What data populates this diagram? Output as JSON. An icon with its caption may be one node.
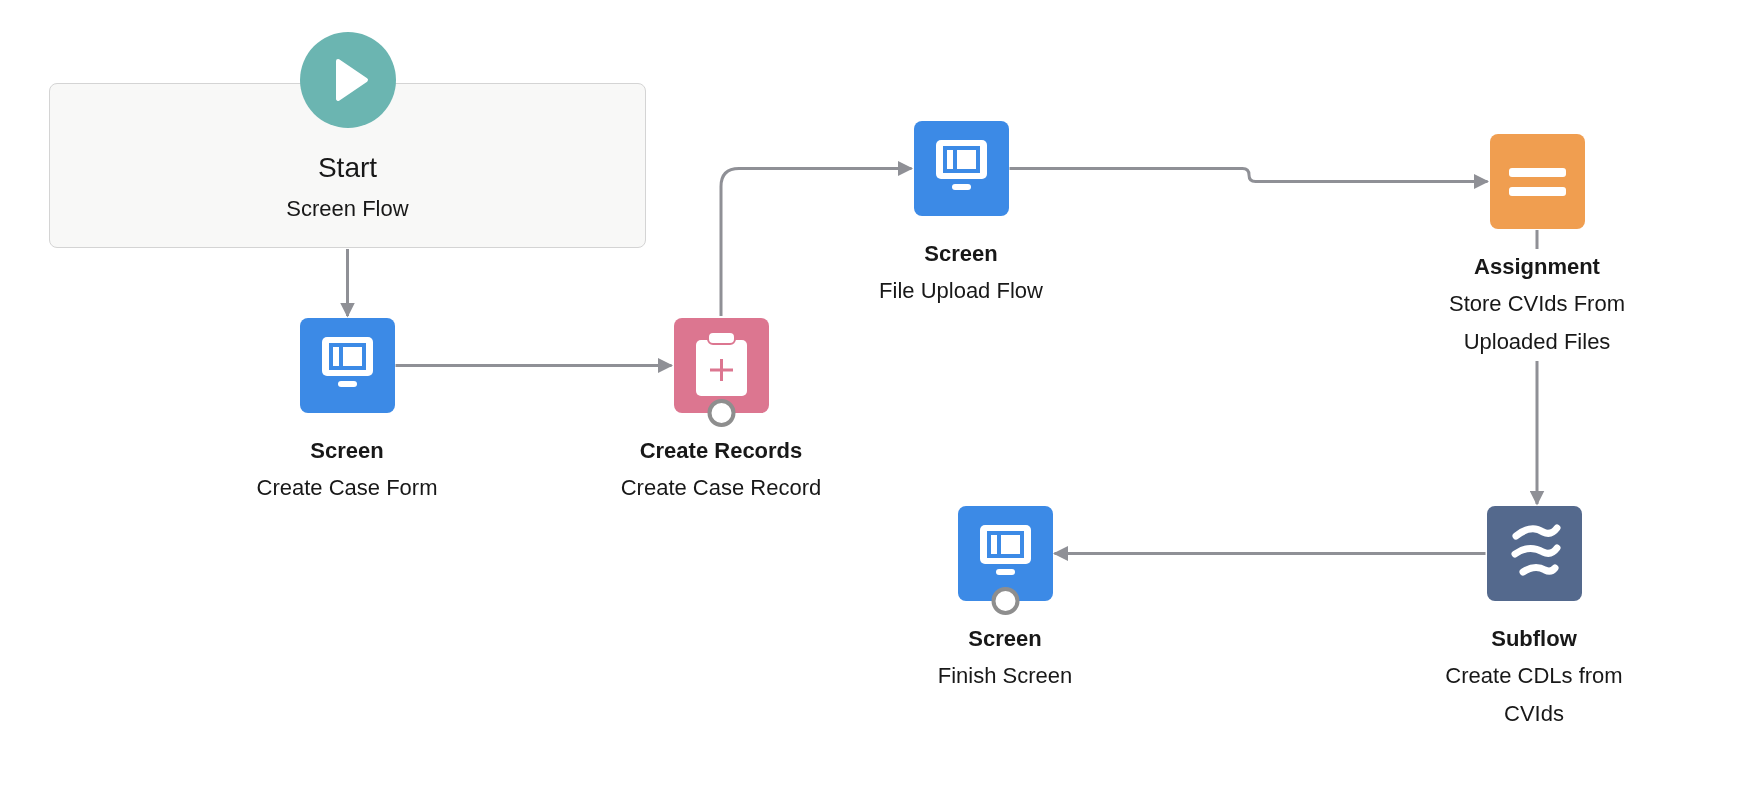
{
  "diagram": {
    "nodes": [
      {
        "text": [
          "Start",
          "Screen Flow"
        ]
      },
      {
        "text": [
          "Screen",
          "Create Case Form"
        ]
      },
      {
        "text": [
          "Create Records",
          "Create Case Record"
        ]
      },
      {
        "text": [
          "Screen",
          "File Upload Flow"
        ]
      },
      {
        "text": [
          "Assignment",
          "Store CVIds From Uploaded Files"
        ]
      },
      {
        "text": [
          "Subflow",
          "Create CDLs from CVIds"
        ]
      },
      {
        "text": [
          "Screen",
          "Finish Screen"
        ]
      }
    ],
    "edges": [
      {
        "from": 0,
        "to": 1,
        "arrow": "to"
      },
      {
        "from": 1,
        "to": 2,
        "arrow": "to"
      },
      {
        "from": 2,
        "to": 3,
        "arrow": "to"
      },
      {
        "from": 3,
        "to": 4,
        "arrow": "to"
      },
      {
        "from": 4,
        "to": 5,
        "arrow": "to"
      },
      {
        "from": 5,
        "to": 6,
        "arrow": "to"
      }
    ]
  }
}
